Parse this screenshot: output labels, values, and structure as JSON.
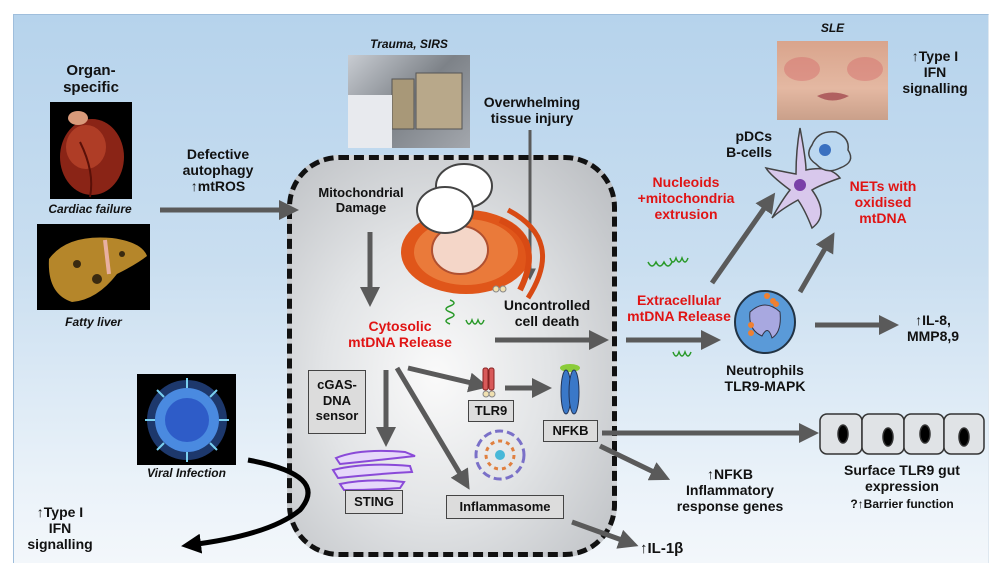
{
  "left": {
    "organ_title": "Organ-\nspecific",
    "heart_caption": "Cardiac failure",
    "liver_caption": "Fatty liver",
    "viral_caption": "Viral Infection",
    "viral_ifn": "↑Type I\nIFN\nsignalling"
  },
  "arrow_labels": {
    "autophagy": "Defective\nautophagy\n↑mtROS",
    "overwhelming": "Overwhelming\ntissue injury"
  },
  "top": {
    "trauma_caption": "Trauma, SIRS",
    "sle_caption": "SLE",
    "sle_ifn": "↑Type I\nIFN\nsignalling"
  },
  "cell": {
    "mito_damage": "Mitochondrial\nDamage",
    "uncontrolled": "Uncontrolled\ncell death",
    "cytosolic": "Cytosolic\nmtDNA Release",
    "cgas": "cGAS-\nDNA\nsensor",
    "tlr9": "TLR9",
    "nfkb": "NFKB",
    "sting": "STING",
    "inflammasome": "Inflammasome"
  },
  "right": {
    "pdcs": "pDCs\nB-cells",
    "nucleoids": "Nucleoids\n+mitochondria\nextrusion",
    "nets": "NETs with\noxidised\nmtDNA",
    "extracellular": "Extracellular\nmtDNA Release",
    "neutrophils": "Neutrophils\nTLR9-MAPK",
    "il8": "↑IL-8,\nMMP8,9",
    "nfkb_genes": "↑NFKB\nInflammatory\nresponse genes",
    "gut_title": "Surface TLR9 gut\nexpression",
    "gut_sub": "?↑Barrier function",
    "il1b": "↑IL-1β"
  },
  "colors": {
    "red_text": "#e01414",
    "arrow": "#5a5a5a",
    "mito_orange": "#e0561a",
    "dna_green": "#2a9a2a"
  }
}
